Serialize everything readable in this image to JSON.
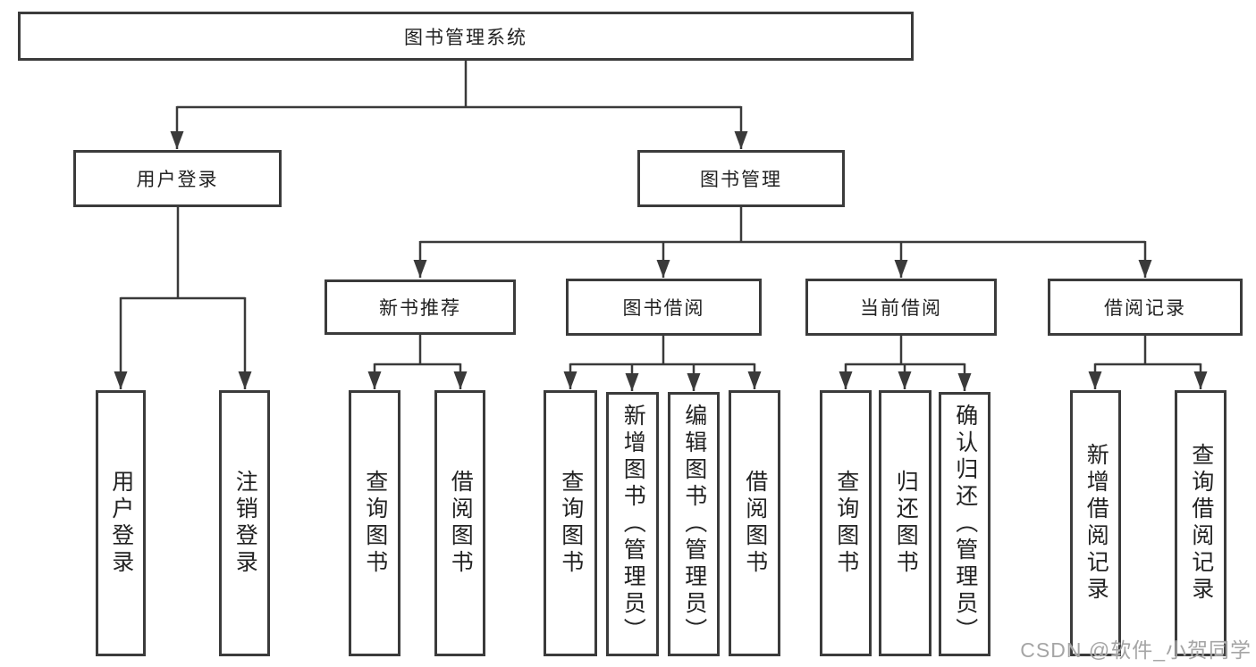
{
  "colors": {
    "background": "#ffffff",
    "line": "#3a3a3a",
    "box_border": "#3b3b3b",
    "text": "#222222",
    "watermark": "#9d9d9d"
  },
  "tree": {
    "root": {
      "label": "图书管理系统",
      "children": {
        "user_login": {
          "label": "用户登录",
          "children": {
            "login": {
              "label": "用户登录"
            },
            "logout": {
              "label": "注销登录"
            }
          }
        },
        "book_management": {
          "label": "图书管理",
          "children": {
            "new_book_recommend": {
              "label": "新书推荐",
              "children": {
                "query_books": {
                  "label": "查询图书"
                },
                "borrow_books": {
                  "label": "借阅图书"
                }
              }
            },
            "book_borrowing": {
              "label": "图书借阅",
              "children": {
                "query_books": {
                  "label": "查询图书"
                },
                "add_books_admin": {
                  "label": "新增图书（管理员）"
                },
                "edit_books_admin": {
                  "label": "编辑图书（管理员）"
                },
                "borrow_books": {
                  "label": "借阅图书"
                }
              }
            },
            "current_borrowing": {
              "label": "当前借阅",
              "children": {
                "query_books": {
                  "label": "查询图书"
                },
                "return_books": {
                  "label": "归还图书"
                },
                "confirm_return_admin": {
                  "label": "确认归还（管理员）"
                }
              }
            },
            "borrowing_records": {
              "label": "借阅记录",
              "children": {
                "add_borrow_record": {
                  "label": "新增借阅记录"
                },
                "query_borrow_record": {
                  "label": "查询借阅记录"
                }
              }
            }
          }
        }
      }
    }
  },
  "watermark": {
    "text": "CSDN @软件_小贺同学"
  }
}
